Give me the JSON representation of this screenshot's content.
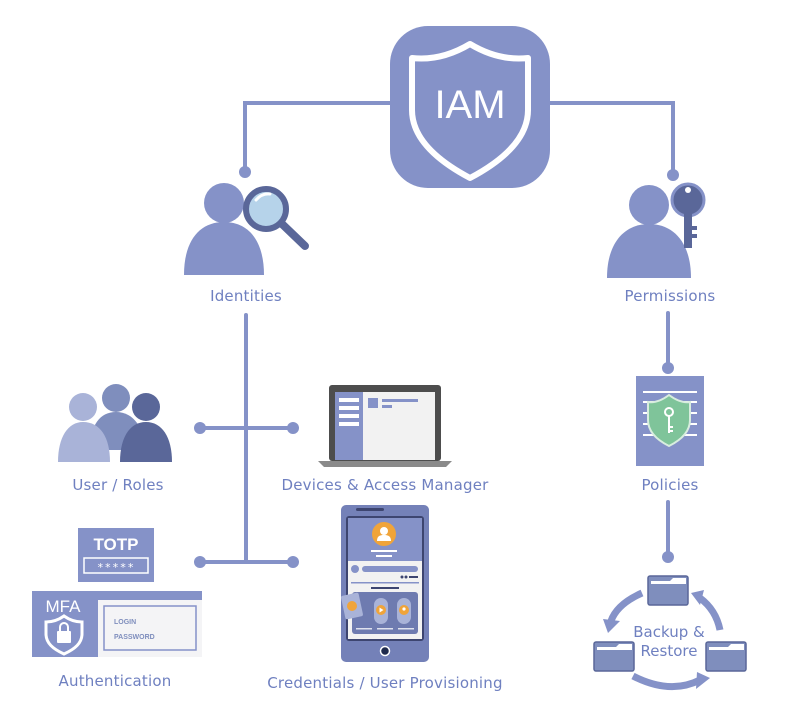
{
  "diagram": {
    "title": "IAM",
    "colors": {
      "primary": "#8592c8",
      "dark": "#5a6799",
      "light": "#a9b3d8",
      "lens": "#b6d3ea",
      "accent_orange": "#f0a43a",
      "shield_green": "#7fc49a",
      "screen_bg": "#f2f2f2",
      "laptop_frame": "#4d4d4d",
      "white": "#ffffff"
    },
    "root": {
      "label": "IAM",
      "icon": "shield-icon"
    },
    "branches": {
      "identities": {
        "label": "Identities",
        "icon": "user-search-icon"
      },
      "permissions": {
        "label": "Permissions",
        "icon": "user-key-icon"
      }
    },
    "identity_children": [
      {
        "label": "User / Roles",
        "icon": "user-group-icon"
      },
      {
        "label": "Devices & Access Manager",
        "icon": "laptop-icon"
      },
      {
        "label": "Authentication",
        "icon": "mfa-icon"
      },
      {
        "label": "Credentials / User Provisioning",
        "icon": "smartphone-icon"
      }
    ],
    "permission_children": [
      {
        "label": "Policies",
        "icon": "policy-document-icon"
      },
      {
        "label": "Backup & Restore",
        "line1": "Backup &",
        "line2": "Restore",
        "icon": "backup-cycle-icon"
      }
    ],
    "auth_widget": {
      "totp_label": "TOTP",
      "totp_mask": "*****",
      "mfa_label": "MFA",
      "login_label": "LOGIN",
      "password_label": "PASSWORD"
    }
  }
}
